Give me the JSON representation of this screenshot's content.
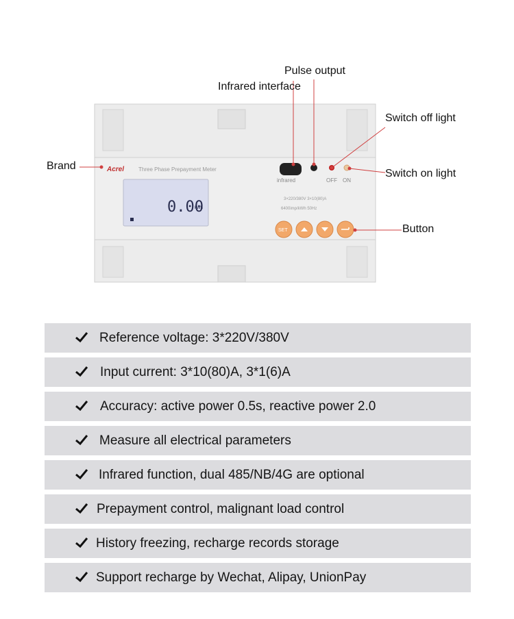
{
  "callouts": {
    "pulse_output": "Pulse output",
    "infrared_interface": "Infrared interface",
    "switch_off_light": "Switch off light",
    "switch_on_light": "Switch on light",
    "brand": "Brand",
    "button": "Button"
  },
  "meter": {
    "brand_logo": "Acrel",
    "product_name": "Three Phase Prepayment Meter",
    "lcd_reading": "0.00",
    "lcd_unit": "kWh",
    "infrared_label": "infrared",
    "off_label": "OFF",
    "on_label": "ON",
    "spec_line_1": "3×220/380V 3×10(80)A",
    "spec_line_2": "6400imp/kWh 50Hz",
    "set_button_label": "SET",
    "accent_color": "#f0a868",
    "led_color": "#d02020"
  },
  "features": [
    "Reference voltage: 3*220V/380V",
    "Input current: 3*10(80)A, 3*1(6)A",
    "Accuracy: active power 0.5s, reactive power 2.0",
    "Measure all electrical parameters",
    "Infrared function, dual 485/NB/4G are optional",
    "Prepayment control, malignant load control",
    "History freezing, recharge records storage",
    "Support recharge by Wechat, Alipay, UnionPay"
  ]
}
